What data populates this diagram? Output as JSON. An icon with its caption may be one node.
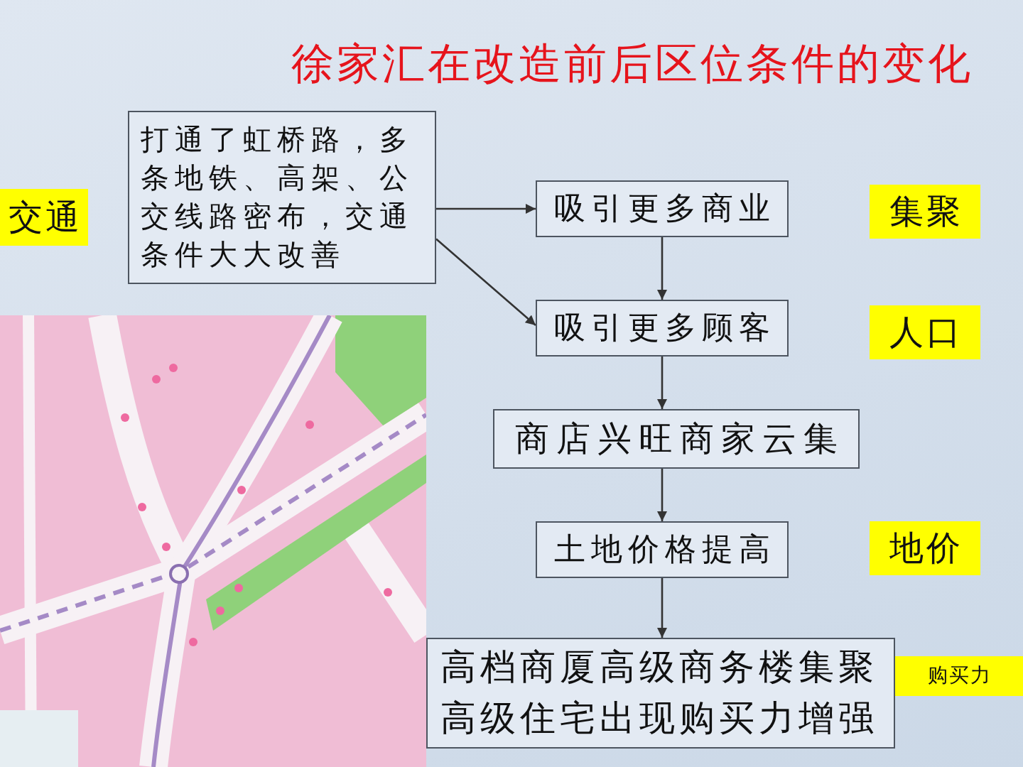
{
  "diagram": {
    "title": "徐家汇在改造前后区位条件的变化",
    "nodes": [
      {
        "text": [
          "打通了虹桥路，多条地铁、高架、公交线路密布，交通条件大大改善"
        ]
      },
      {
        "text": [
          "交通"
        ]
      },
      {
        "text": [
          "吸引更多商业"
        ]
      },
      {
        "text": [
          "集聚"
        ]
      },
      {
        "text": [
          "吸引更多顾客"
        ]
      },
      {
        "text": [
          "人口"
        ]
      },
      {
        "text": [
          "商店兴旺商家云集"
        ]
      },
      {
        "text": [
          "土地价格提高"
        ]
      },
      {
        "text": [
          "地价"
        ]
      },
      {
        "text": [
          "高档商厦高级商务楼集聚",
          "高级住宅出现购买力增强"
        ]
      },
      {
        "text": [
          "购买力"
        ]
      }
    ],
    "edges": [
      {
        "from": 0,
        "to": 2,
        "arrow": "to"
      },
      {
        "from": 0,
        "to": 4,
        "arrow": "to"
      },
      {
        "from": 2,
        "to": 4,
        "arrow": "to"
      },
      {
        "from": 4,
        "to": 6,
        "arrow": "to"
      },
      {
        "from": 6,
        "to": 7,
        "arrow": "to"
      },
      {
        "from": 7,
        "to": 9,
        "arrow": "to"
      }
    ]
  }
}
